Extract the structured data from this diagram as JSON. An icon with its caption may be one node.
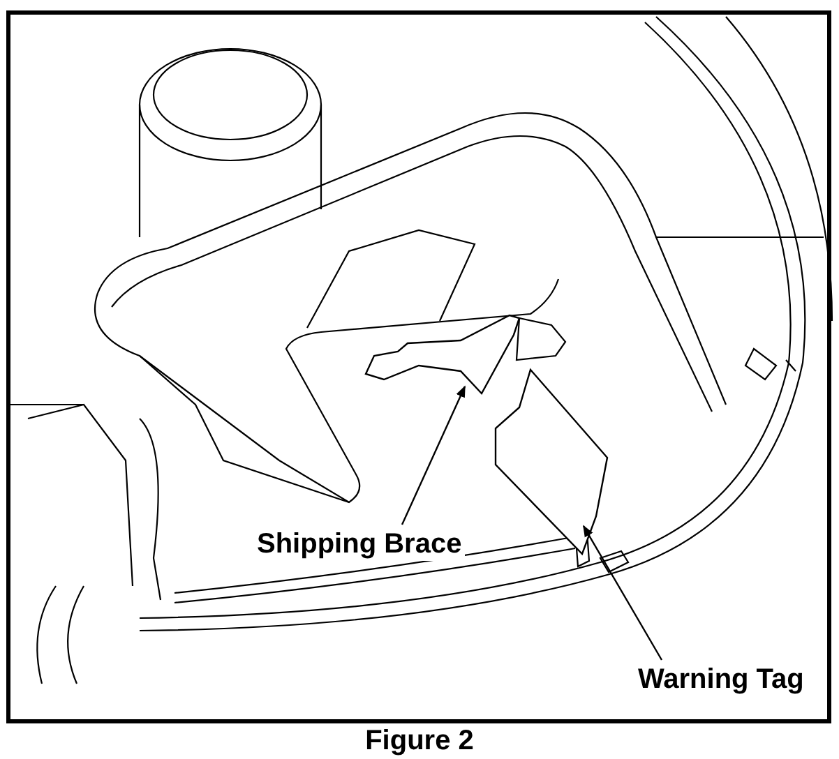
{
  "diagram": {
    "caption": "Figure 2",
    "nodes": [
      {
        "text": [
          "Shipping Brace"
        ]
      },
      {
        "text": [],
        "shape": "picture"
      },
      {
        "text": [
          "Warning Tag"
        ]
      },
      {
        "text": [],
        "shape": "picture"
      }
    ],
    "edges": [
      {
        "from": 0,
        "to": 1,
        "arrow": "to"
      },
      {
        "from": 2,
        "to": 3,
        "arrow": "to"
      }
    ]
  }
}
